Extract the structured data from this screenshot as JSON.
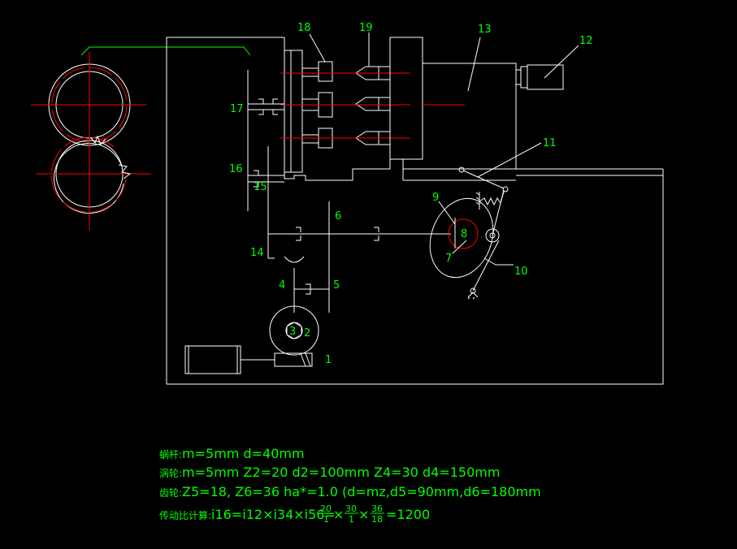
{
  "colors": {
    "background": "#000000",
    "lines": "#ffffff",
    "centerlines": "#ff0000",
    "labels": "#00ff00"
  },
  "part_labels": {
    "p1": "1",
    "p2": "2",
    "p3": "3",
    "p4": "4",
    "p5": "5",
    "p6": "6",
    "p7": "7",
    "p8": "8",
    "p9": "9",
    "p10": "10",
    "p11": "11",
    "p12": "12",
    "p13": "13",
    "p14": "14",
    "p15": "15",
    "p16": "16",
    "p17": "17",
    "p18": "18",
    "p19": "19"
  },
  "notes": {
    "worm_title": "蜗杆:",
    "worm_params": "m=5mm    d=40mm",
    "wheel_title": "涡轮:",
    "wheel_params": "m=5mm    Z2=20    d2=100mm    Z4=30    d4=150mm",
    "gear_title": "齿轮:",
    "gear_params": "Z5=18,  Z6=36  ha*=1.0    (d=mz,d5=90mm,d6=180mm",
    "ratio_title": "传动比计算:",
    "ratio_formula": "i16=i12×i34×i56=",
    "f1_num": "20",
    "f1_den": "1",
    "times": "×",
    "f2_num": "30",
    "f2_den": "1",
    "f3_num": "36",
    "f3_den": "18",
    "ratio_result": "=1200"
  }
}
